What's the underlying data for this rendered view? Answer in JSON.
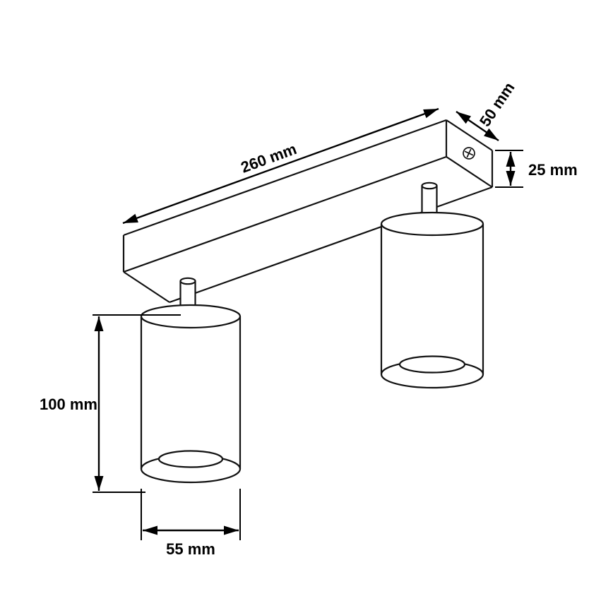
{
  "drawing": {
    "labels": {
      "bar_length": "260 mm",
      "bar_depth": "50 mm",
      "bar_height": "25 mm",
      "spot_height": "100 mm",
      "spot_diameter": "55 mm"
    },
    "colors": {
      "line": "#111111",
      "dimension": "#000000",
      "background": "#ffffff"
    }
  }
}
